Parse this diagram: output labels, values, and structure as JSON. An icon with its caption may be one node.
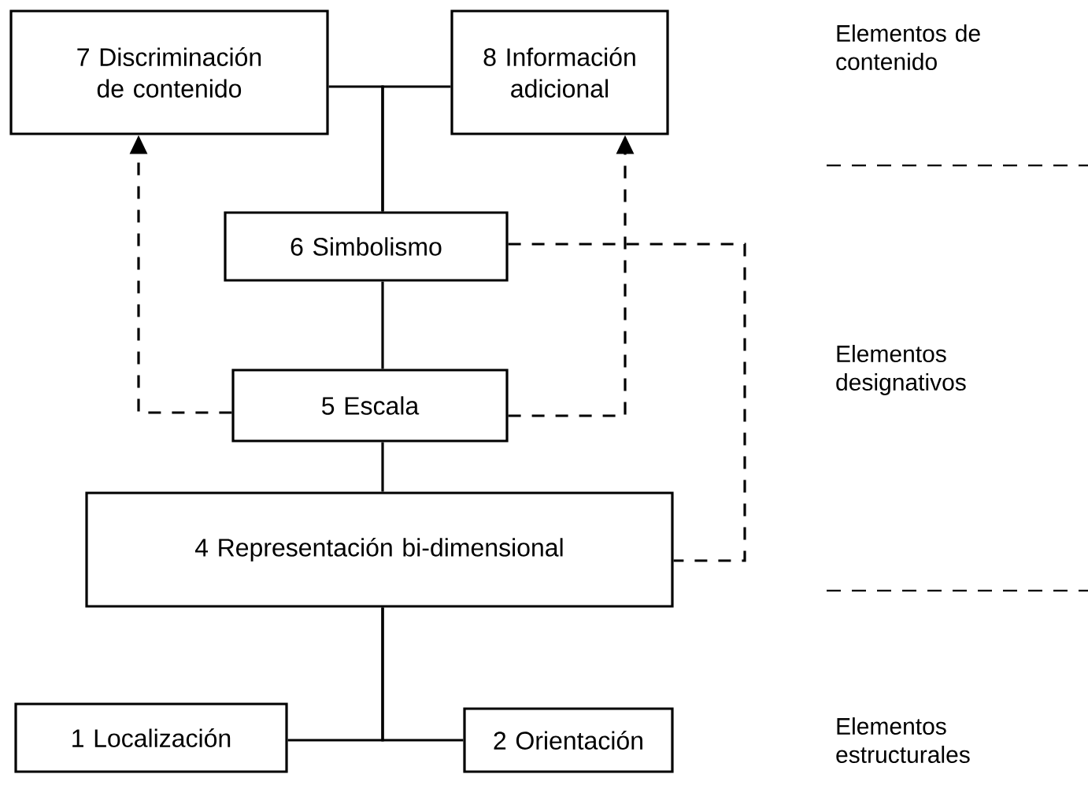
{
  "diagram": {
    "nodes": [
      {
        "text": [
          "7 Discriminación de contenido"
        ]
      },
      {
        "text": [
          "8 Información adicional"
        ]
      },
      {
        "text": [
          "6 Simbolismo"
        ]
      },
      {
        "text": [
          "5 Escala"
        ]
      },
      {
        "text": [
          "4 Representación bi-dimensional"
        ]
      },
      {
        "text": [
          "1 Localización"
        ]
      },
      {
        "text": [
          "2 Orientación"
        ]
      }
    ],
    "edges": [
      {
        "from": 2,
        "to": 0,
        "arrow": "none"
      },
      {
        "from": 2,
        "to": 1,
        "arrow": "none"
      },
      {
        "from": 2,
        "to": 3,
        "arrow": "none"
      },
      {
        "from": 3,
        "to": 4,
        "arrow": "none"
      },
      {
        "from": 4,
        "to": 5,
        "arrow": "none"
      },
      {
        "from": 4,
        "to": 6,
        "arrow": "none"
      },
      {
        "from": 3,
        "to": 0,
        "arrow": "to",
        "style": "dashed"
      },
      {
        "from": 3,
        "to": 1,
        "arrow": "to",
        "style": "dashed"
      },
      {
        "from": 2,
        "to": 4,
        "arrow": "none",
        "style": "dashed"
      }
    ],
    "labels": [
      "Elementos de contenido",
      "Elementos designativos",
      "Elementos estructurales"
    ]
  }
}
